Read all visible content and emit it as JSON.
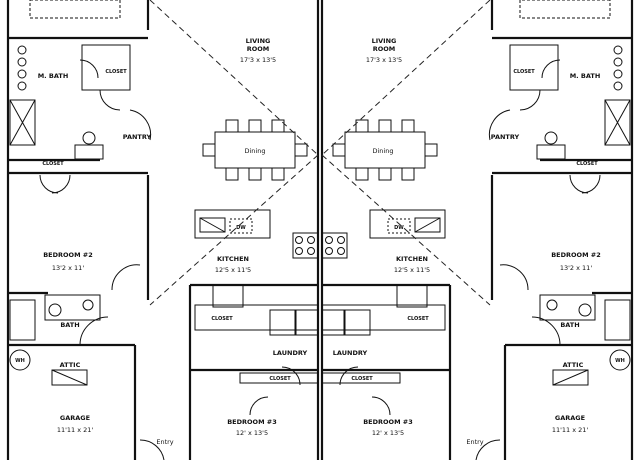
{
  "plan": {
    "units": {
      "left": {
        "living": {
          "name": "LIVING",
          "name2": "ROOM",
          "dim": "17'3 x 13'5"
        },
        "mbath": {
          "name": "M. BATH"
        },
        "closet_a": {
          "name": "CLOSET"
        },
        "closet_b": {
          "name": "CLOSET"
        },
        "pantry": {
          "name": "PANTRY"
        },
        "dining": {
          "name": "Dining"
        },
        "bedroom2": {
          "name": "BEDROOM #2",
          "dim": "13'2 x 11'"
        },
        "dw": {
          "name": "DW"
        },
        "kitchen": {
          "name": "KITCHEN",
          "dim": "12'5 x 11'5"
        },
        "bath": {
          "name": "BATH"
        },
        "closet_c": {
          "name": "CLOSET"
        },
        "laundry": {
          "name": "LAUNDRY"
        },
        "wh": {
          "name": "WH"
        },
        "attic": {
          "name": "ATTIC"
        },
        "closet_d": {
          "name": "CLOSET"
        },
        "garage": {
          "name": "GARAGE",
          "dim": "11'11 x 21'"
        },
        "bedroom3": {
          "name": "BEDROOM #3",
          "dim": "12' x 13'5"
        },
        "entry": {
          "name": "Entry"
        }
      },
      "right": {
        "living": {
          "name": "LIVING",
          "name2": "ROOM",
          "dim": "17'3 x 13'5"
        },
        "mbath": {
          "name": "M. BATH"
        },
        "closet_a": {
          "name": "CLOSET"
        },
        "closet_b": {
          "name": "CLOSET"
        },
        "pantry": {
          "name": "PANTRY"
        },
        "dining": {
          "name": "Dining"
        },
        "bedroom2": {
          "name": "BEDROOM #2",
          "dim": "13'2 x 11'"
        },
        "dw": {
          "name": "DW"
        },
        "kitchen": {
          "name": "KITCHEN",
          "dim": "12'5 x 11'5"
        },
        "bath": {
          "name": "BATH"
        },
        "closet_c": {
          "name": "CLOSET"
        },
        "laundry": {
          "name": "LAUNDRY"
        },
        "wh": {
          "name": "WH"
        },
        "attic": {
          "name": "ATTIC"
        },
        "closet_d": {
          "name": "CLOSET"
        },
        "garage": {
          "name": "GARAGE",
          "dim": "11'11 x 21'"
        },
        "bedroom3": {
          "name": "BEDROOM #3",
          "dim": "12' x 13'5"
        },
        "entry": {
          "name": "Entry"
        }
      }
    }
  }
}
